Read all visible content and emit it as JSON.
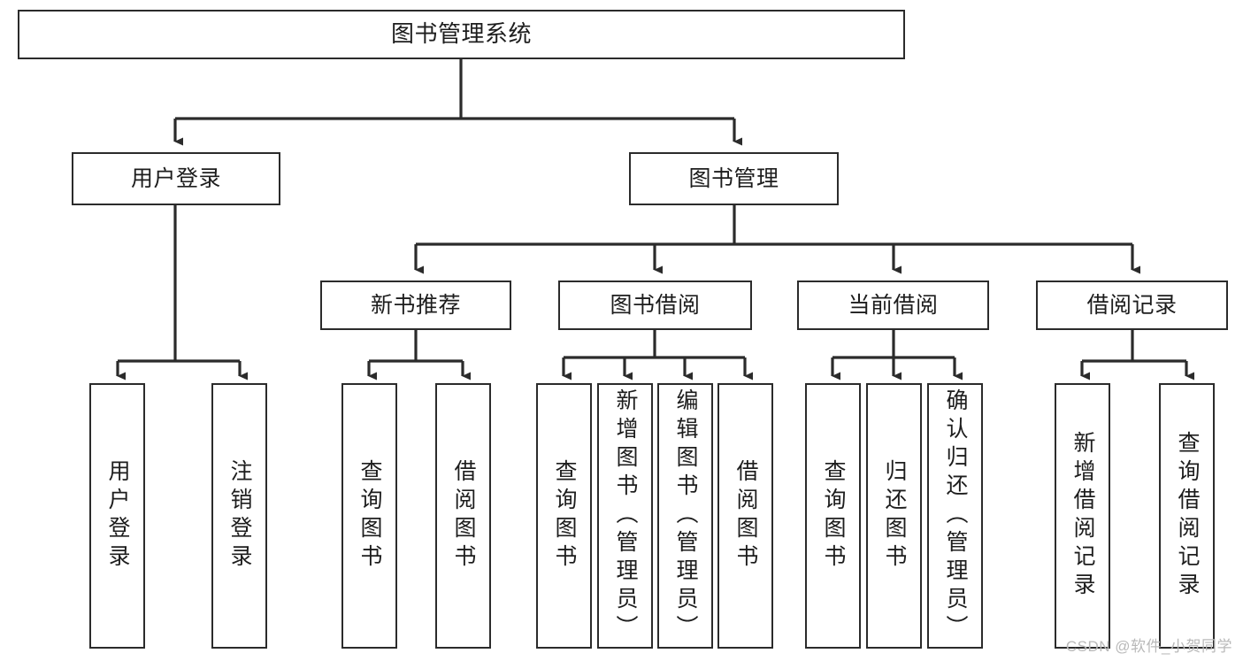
{
  "diagram": {
    "title": "图书管理系统",
    "type": "tree-hierarchy",
    "watermark": "CSDN @软件_小贺同学",
    "colors": {
      "box_border": "#2b2b2b",
      "box_fill": "#ffffff",
      "connector": "#2b2b2b",
      "text": "#1d1d1d",
      "watermark": "#b9b9b9",
      "background": "#ffffff"
    },
    "root": {
      "label": "图书管理系统"
    },
    "level2": [
      {
        "label": "用户登录"
      },
      {
        "label": "图书管理"
      }
    ],
    "level3": [
      {
        "label": "新书推荐"
      },
      {
        "label": "图书借阅"
      },
      {
        "label": "当前借阅"
      },
      {
        "label": "借阅记录"
      }
    ],
    "leaves": {
      "user_login": [
        {
          "label": "用户登录"
        },
        {
          "label": "注销登录"
        }
      ],
      "new_book_recommend": [
        {
          "label": "查询图书"
        },
        {
          "label": "借阅图书"
        }
      ],
      "book_borrow": [
        {
          "label": "查询图书"
        },
        {
          "label": "新增图书（管理员）"
        },
        {
          "label": "编辑图书（管理员）"
        },
        {
          "label": "借阅图书"
        }
      ],
      "current_borrow": [
        {
          "label": "查询图书"
        },
        {
          "label": "归还图书"
        },
        {
          "label": "确认归还（管理员）"
        }
      ],
      "borrow_record": [
        {
          "label": "新增借阅记录"
        },
        {
          "label": "查询借阅记录"
        }
      ]
    }
  }
}
